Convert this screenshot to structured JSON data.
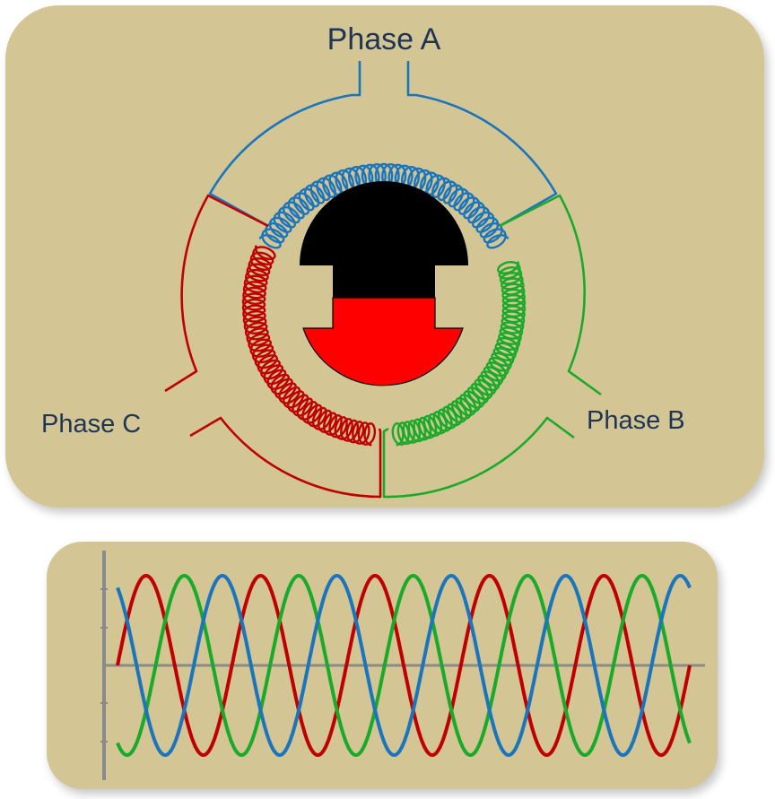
{
  "diagram": {
    "phase_a_label": "Phase A",
    "phase_b_label": "Phase B",
    "phase_c_label": "Phase C"
  },
  "colors": {
    "panel": "#d3c594",
    "phase_a": "#1b75bc",
    "phase_b": "#1aaa2a",
    "phase_c": "#c00000",
    "rotor_north": "#000000",
    "rotor_south": "#ff0000",
    "axis": "#8a8a8a",
    "label": "#1f3554"
  },
  "chart_data": {
    "type": "line",
    "series": [
      {
        "color": "#c00000",
        "cycles": 5,
        "phase_deg": 0
      },
      {
        "color": "#1aaa2a",
        "cycles": 5,
        "phase_deg": 120
      },
      {
        "color": "#1b75bc",
        "cycles": 5,
        "phase_deg": 240
      }
    ],
    "ylim": [
      -1,
      1
    ],
    "grid": false
  }
}
